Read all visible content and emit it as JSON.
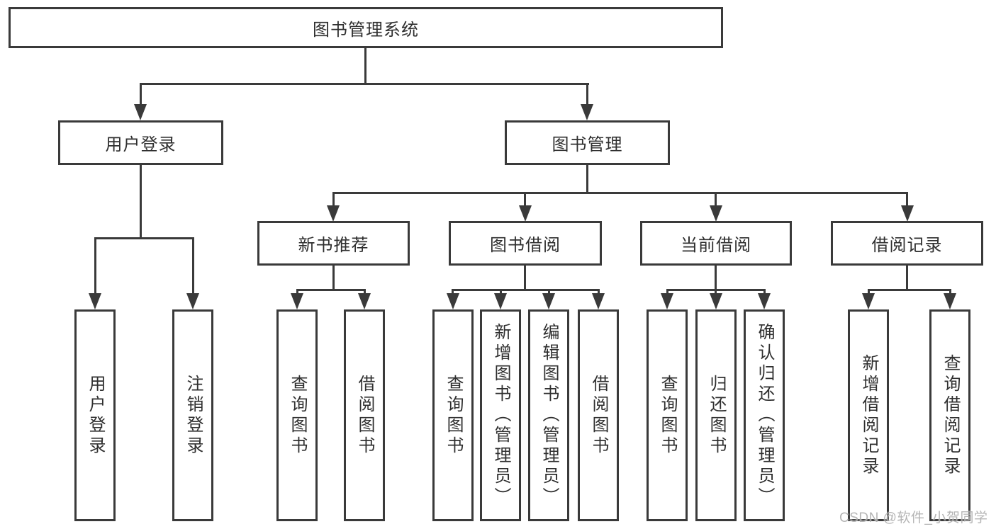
{
  "watermark": "CSDN @软件_小贺同学",
  "colors": {
    "line": "#3a3a3a",
    "text": "#2f2f2f",
    "box_background": "#ffffff",
    "watermark": "#a8a8a8"
  },
  "tree": {
    "root": {
      "label": "图书管理系统"
    },
    "branches": [
      {
        "label": "用户登录",
        "leaves": [
          {
            "label": "用户登录"
          },
          {
            "label": "注销登录"
          }
        ]
      },
      {
        "label": "图书管理",
        "groups": [
          {
            "label": "新书推荐",
            "leaves": [
              {
                "label": "查询图书"
              },
              {
                "label": "借阅图书"
              }
            ]
          },
          {
            "label": "图书借阅",
            "leaves": [
              {
                "label": "查询图书"
              },
              {
                "label": "新增图书（管理员）"
              },
              {
                "label": "编辑图书（管理员）"
              },
              {
                "label": "借阅图书"
              }
            ]
          },
          {
            "label": "当前借阅",
            "leaves": [
              {
                "label": "查询图书"
              },
              {
                "label": "归还图书"
              },
              {
                "label": "确认归还（管理员）"
              }
            ]
          },
          {
            "label": "借阅记录",
            "leaves": [
              {
                "label": "新增借阅记录"
              },
              {
                "label": "查询借阅记录"
              }
            ]
          }
        ]
      }
    ]
  }
}
